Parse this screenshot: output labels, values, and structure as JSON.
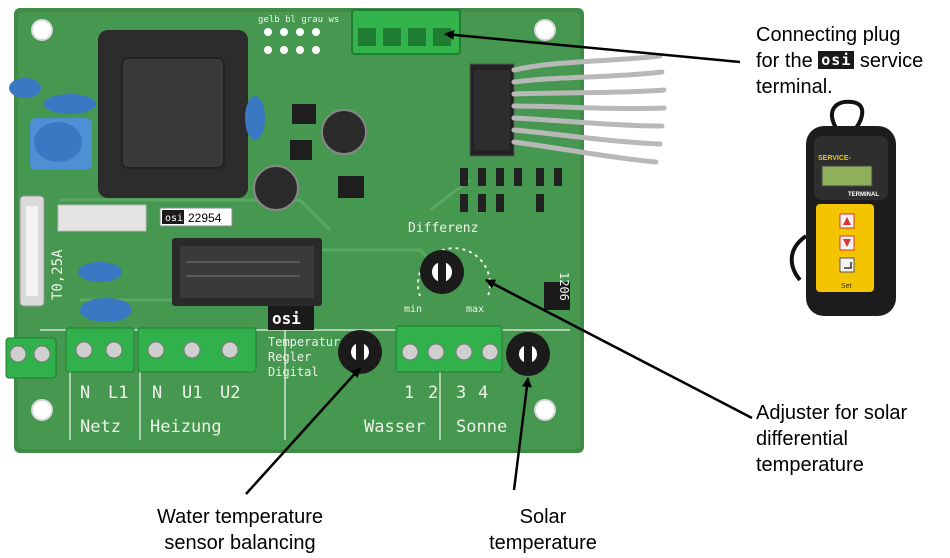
{
  "callouts": {
    "plug_line1": "Connecting plug",
    "plug_line2_pre": "for the",
    "plug_logo": "osi",
    "plug_line2_post": "service",
    "plug_line3": "terminal.",
    "adjuster_line1": "Adjuster for solar",
    "adjuster_line2": "differential",
    "adjuster_line3": "temperature",
    "water_line1": "Water temperature",
    "water_line2": "sensor balancing",
    "solar_line1": "Solar",
    "solar_line2": "temperature"
  },
  "board": {
    "serial": "22954",
    "logo": "osi",
    "brand_line1": "Temperatur",
    "brand_line2": "Regler",
    "brand_line3": "Digital",
    "fuse_label": "T0,25A",
    "model": "1206",
    "header_text": "gelb bl grau ws",
    "pot_label": "Differenz",
    "pot_min": "min",
    "pot_max": "max",
    "terminals": {
      "n1": "N",
      "l1": "L1",
      "n2": "N",
      "u1": "U1",
      "u2": "U2",
      "t1": "1",
      "t2": "2",
      "t3": "3",
      "t4": "4"
    },
    "groups": {
      "netz": "Netz",
      "heizung": "Heizung",
      "wasser": "Wasser",
      "sonne": "Sonne"
    }
  },
  "terminal_device": {
    "brand": "SERVICE-",
    "model": "TERMINAL",
    "enter_key": "Set"
  }
}
